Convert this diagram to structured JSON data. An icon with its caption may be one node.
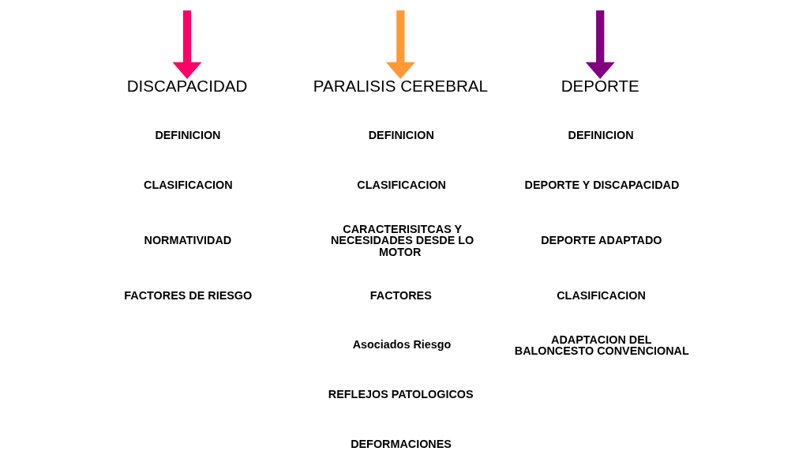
{
  "diagram": {
    "nodes": [
      {
        "text": [
          "DISCAPACIDAD"
        ]
      },
      {
        "text": [
          "PARALISIS CEREBRAL"
        ]
      },
      {
        "text": [
          "DEPORTE"
        ]
      }
    ],
    "edges": [
      {
        "from": null,
        "to": 0,
        "arrow": "to",
        "color": "#ff0066"
      },
      {
        "from": null,
        "to": 1,
        "arrow": "to",
        "color": "#ff9933"
      },
      {
        "from": null,
        "to": 2,
        "arrow": "to",
        "color": "#800080"
      }
    ],
    "labels": [
      "DEFINICION",
      "CLASIFICACION",
      "NORMATIVIDAD",
      "FACTORES DE RIESGO",
      "DEFINICION",
      "CLASIFICACION",
      "CARACTERISITCAS Y NECESIDADES DESDE LO MOTOR",
      "FACTORES",
      "Asociados Riesgo",
      "REFLEJOS PATOLOGICOS",
      "DEFORMACIONES",
      "DEFINICION",
      "DEPORTE Y DISCAPACIDAD",
      "DEPORTE ADAPTADO",
      "CLASIFICACION",
      "ADAPTACION DEL BALONCESTO CONVENCIONAL"
    ]
  }
}
